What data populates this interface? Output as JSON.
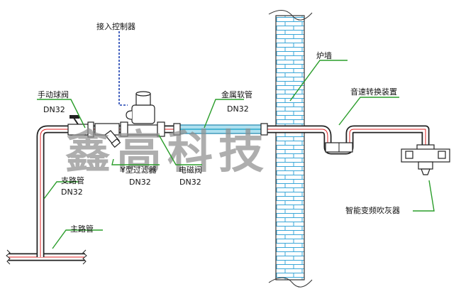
{
  "labels": {
    "controller": "接入控制器",
    "manual_ball_valve": "手动球阀",
    "manual_ball_valve_size": "DN32",
    "metal_hose": "金属软管",
    "metal_hose_size": "DN32",
    "furnace_wall": "炉墙",
    "sonic_device": "音速转换装置",
    "y_filter": "Y型过滤器",
    "y_filter_size": "DN32",
    "solenoid_valve": "电磁阀",
    "solenoid_valve_size": "DN32",
    "branch_pipe": "支路管",
    "branch_pipe_size": "DN32",
    "main_pipe": "主路管",
    "soot_blower": "智能变频吹灰器"
  },
  "watermark": "鑫高科技",
  "colors": {
    "leader": "#2a9d2a",
    "pipe_line": "#d22222",
    "hose": "#2aa8cc",
    "control_wire": "#1a3fb0",
    "brick": "#3aa7d8"
  }
}
